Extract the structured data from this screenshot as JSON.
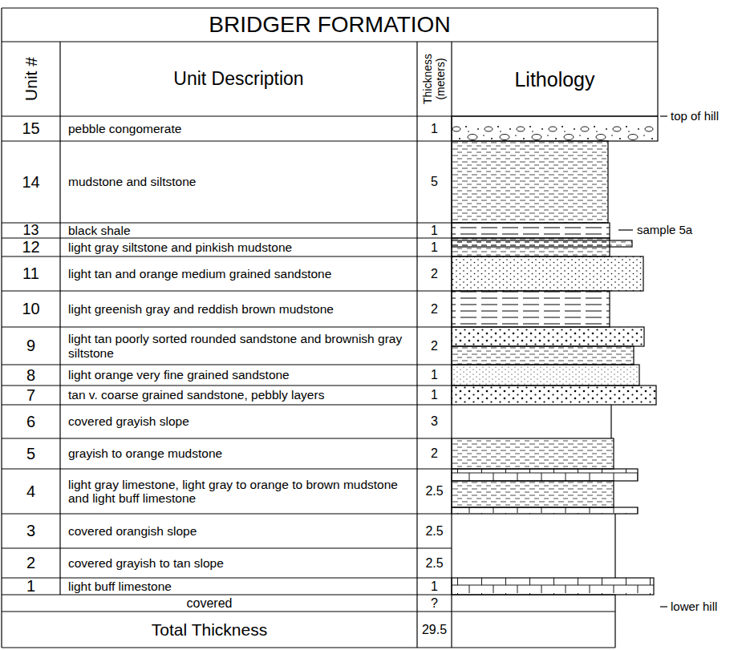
{
  "diagram": {
    "title": "BRIDGER FORMATION",
    "labels": [
      "Unit #",
      "Unit Description",
      "Thickness (meters)",
      "Lithology",
      "15",
      "pebble congomerate",
      "1",
      "14",
      "mudstone and siltstone",
      "5",
      "13",
      "black shale",
      "1",
      "12",
      "light gray siltstone and pinkish mudstone",
      "1",
      "11",
      "light tan and orange medium grained sandstone",
      "2",
      "10",
      "light greenish gray and reddish brown mudstone",
      "2",
      "9",
      "light tan poorly sorted rounded sandstone and brownish gray siltstone",
      "2",
      "8",
      "light orange very fine grained sandstone",
      "1",
      "7",
      "tan v. coarse grained sandstone, pebbly layers",
      "1",
      "6",
      "covered grayish slope",
      "3",
      "5",
      "grayish to orange mudstone",
      "2",
      "4",
      "light gray limestone, light gray to orange to brown mudstone and light buff limestone",
      "2.5",
      "3",
      "covered orangish slope",
      "2.5",
      "2",
      "covered grayish to tan slope",
      "2.5",
      "1",
      "light buff limestone",
      "1",
      "covered",
      "?",
      "Total Thickness",
      "29.5",
      "top of hill",
      "sample 5a",
      "lower hill"
    ]
  }
}
